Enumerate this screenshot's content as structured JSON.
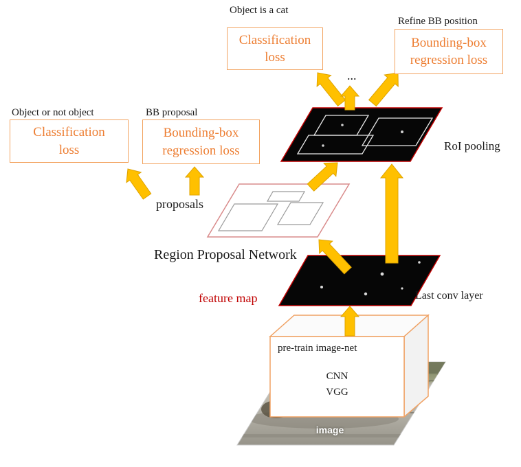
{
  "colors": {
    "loss_box_border": "#f2a25e",
    "loss_box_text": "#ed7d31",
    "arrow_fill": "#ffc000",
    "arrow_stroke": "#dfa300",
    "plane_red": "#c00000",
    "plane_black": "#060606",
    "proposal_plane_border": "#d98b8b",
    "proposal_box_gray": "#9a9a9a",
    "roi_box_white": "#e8e8e8",
    "cnn_box_border": "#f0a264",
    "feature_map_label": "#c00000",
    "text_black": "#1a1a1a"
  },
  "labels": {
    "object_is_a_cat": "Object is a cat",
    "refine_bb": "Refine BB position",
    "cls_top": "Classification\nloss",
    "bbr_top": "Bounding-box\nregression loss",
    "dots": "...",
    "roi_pooling": "RoI pooling",
    "object_or_not": "Object or not object",
    "bb_proposal": "BB proposal",
    "cls_left": "Classification\nloss",
    "bbr_left": "Bounding-box\nregression loss",
    "proposals": "proposals",
    "rpn": "Region Proposal Network",
    "feature_map": "feature map",
    "last_conv": "Last conv layer",
    "pretrain": "pre-train  image-net",
    "cnn": "CNN",
    "vgg": "VGG",
    "image": "image"
  }
}
